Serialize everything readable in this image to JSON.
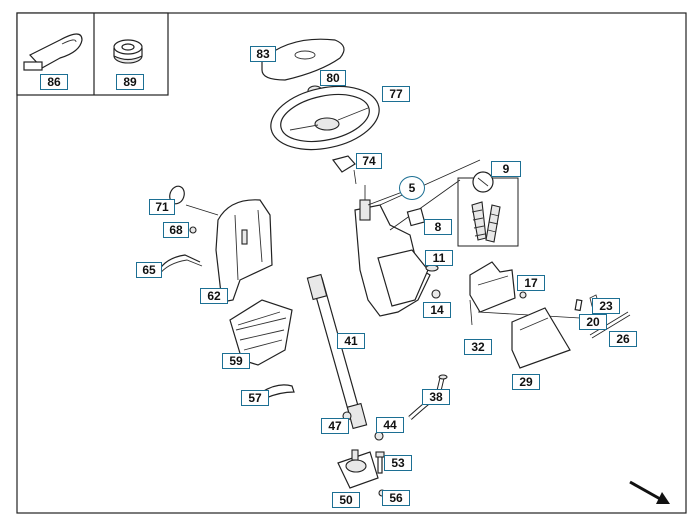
{
  "diagram": {
    "title": "",
    "inset_callouts": {
      "clamp": "86",
      "grommet": "89"
    },
    "callouts": {
      "c83": "83",
      "c80": "80",
      "c77": "77",
      "c74": "74",
      "c9": "9",
      "c5": "5",
      "c8": "8",
      "c71": "71",
      "c68": "68",
      "c65": "65",
      "c62": "62",
      "c11": "11",
      "c17": "17",
      "c23": "23",
      "c20": "20",
      "c26": "26",
      "c14": "14",
      "c32": "32",
      "c59": "59",
      "c41": "41",
      "c29": "29",
      "c38": "38",
      "c57": "57",
      "c47": "47",
      "c44": "44",
      "c53": "53",
      "c50": "50",
      "c56": "56"
    },
    "direction_arrow": "arrow-down-right-icon"
  }
}
